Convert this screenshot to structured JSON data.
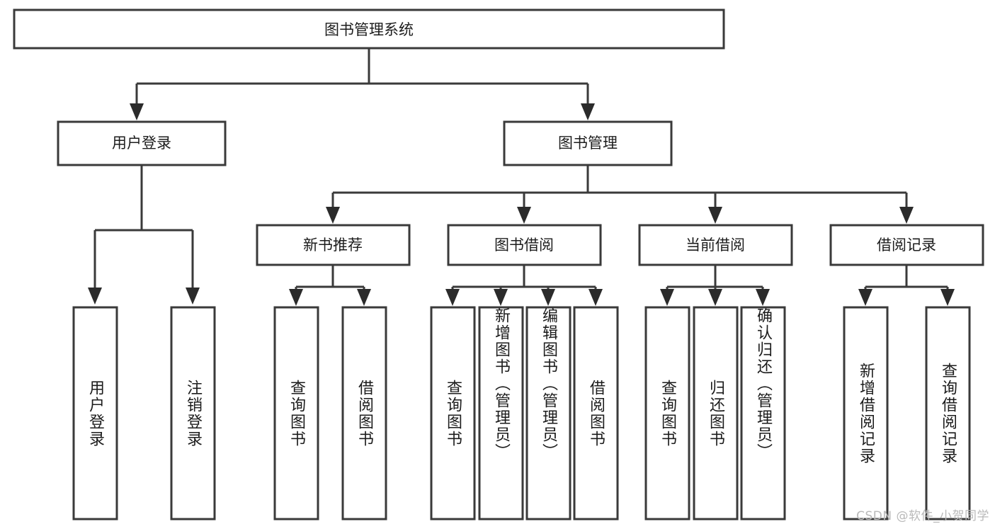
{
  "diagram": {
    "title": "图书管理系统",
    "type": "tree-hierarchy-diagram",
    "orientation": "top-down",
    "colors": {
      "box_stroke": "#3a3a3a",
      "box_fill": "#ffffff",
      "connector": "#3a3a3a",
      "text": "#1c1c1c",
      "watermark": "#b9b9b9",
      "background": "#ffffff"
    },
    "root": {
      "label": "图书管理系统"
    },
    "level1": [
      {
        "label": "用户登录"
      },
      {
        "label": "图书管理"
      }
    ],
    "level2": [
      {
        "label": "新书推荐"
      },
      {
        "label": "图书借阅"
      },
      {
        "label": "当前借阅"
      },
      {
        "label": "借阅记录"
      }
    ],
    "leaves": {
      "user_login": [
        {
          "label": "用户登录"
        },
        {
          "label": "注销登录"
        }
      ],
      "new_book_recommend": [
        {
          "label": "查询图书"
        },
        {
          "label": "借阅图书"
        }
      ],
      "book_borrow": [
        {
          "label": "查询图书"
        },
        {
          "label": "新增图书（管理员）"
        },
        {
          "label": "编辑图书（管理员）"
        },
        {
          "label": "借阅图书"
        }
      ],
      "current_borrow": [
        {
          "label": "查询图书"
        },
        {
          "label": "归还图书"
        },
        {
          "label": "确认归还（管理员）"
        }
      ],
      "borrow_record": [
        {
          "label": "新增借阅记录"
        },
        {
          "label": "查询借阅记录"
        }
      ]
    }
  },
  "watermark": {
    "text": "CSDN @软件_小贺同学"
  }
}
